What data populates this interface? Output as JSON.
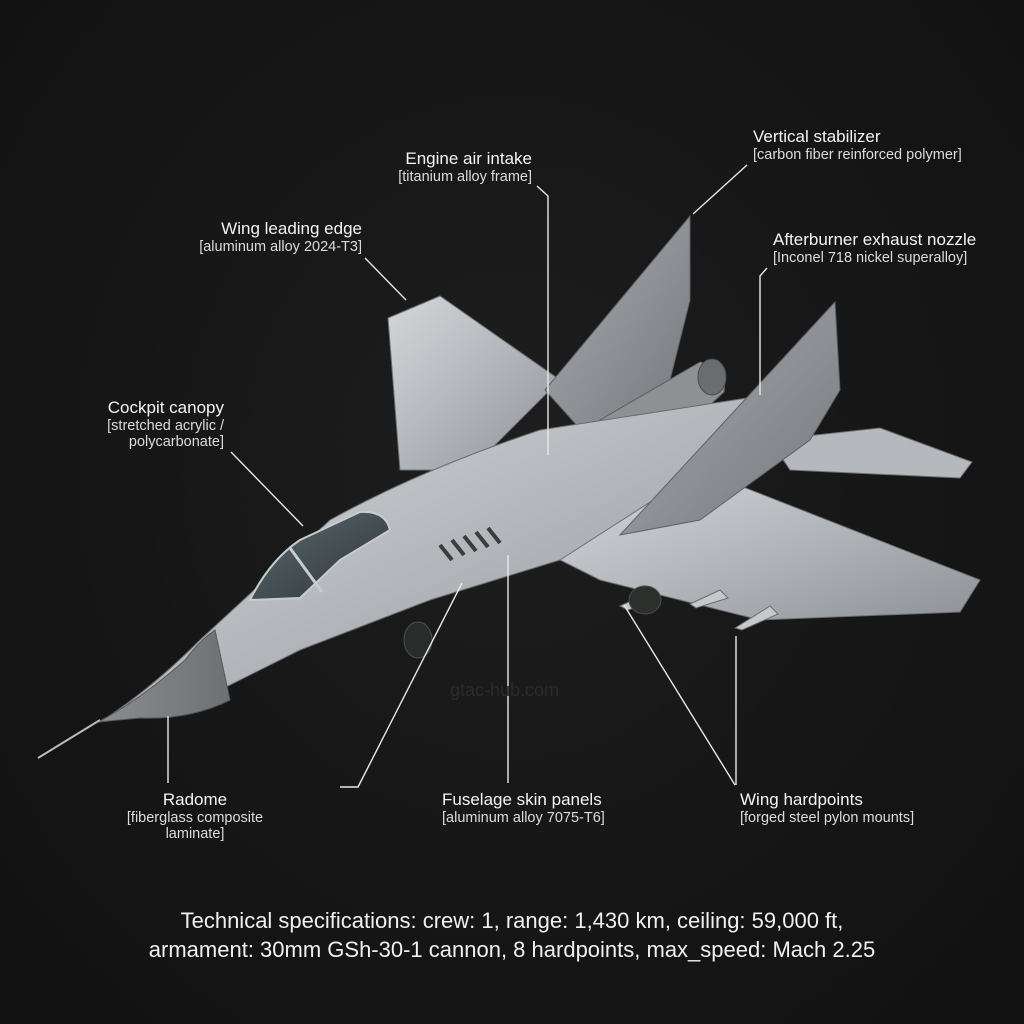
{
  "figure": {
    "subject": "Twin-engine fighter jet (cutaway-style material callout diagram)",
    "colors": {
      "background": "#141414",
      "text": "#f2f2f2",
      "leader_lines": "#e8e8e8",
      "airframe": "#b8bcc0"
    }
  },
  "callouts": [
    {
      "id": "engine-air-intake",
      "name": "Engine air intake",
      "material": "[titanium alloy frame]"
    },
    {
      "id": "vertical-stabilizer",
      "name": "Vertical stabilizer",
      "material": "[carbon fiber reinforced polymer]"
    },
    {
      "id": "wing-leading-edge",
      "name": "Wing leading edge",
      "material": "[aluminum alloy 2024-T3]"
    },
    {
      "id": "afterburner-exhaust-nozzle",
      "name": "Afterburner exhaust nozzle",
      "material": "[Inconel 718 nickel superalloy]"
    },
    {
      "id": "cockpit-canopy",
      "name": "Cockpit canopy",
      "material_line1": "[stretched acrylic /",
      "material_line2": "polycarbonate]"
    },
    {
      "id": "radome",
      "name": "Radome",
      "material": "[fiberglass composite laminate]"
    },
    {
      "id": "fuselage-skin-panels",
      "name": "Fuselage skin panels",
      "material": "[aluminum alloy 7075-T6]"
    },
    {
      "id": "wing-hardpoints",
      "name": "Wing hardpoints",
      "material": "[forged steel pylon mounts]"
    }
  ],
  "watermark": "gtac-hub.com",
  "specs": {
    "line1": "Technical specifications: crew: 1, range: 1,430 km, ceiling: 59,000 ft,",
    "line2": "armament: 30mm GSh-30-1 cannon, 8 hardpoints, max_speed: Mach 2.25",
    "values": {
      "crew": "1",
      "range": "1,430 km",
      "ceiling": "59,000 ft",
      "armament": "30mm GSh-30-1 cannon",
      "hardpoints": "8",
      "max_speed": "Mach 2.25"
    }
  }
}
